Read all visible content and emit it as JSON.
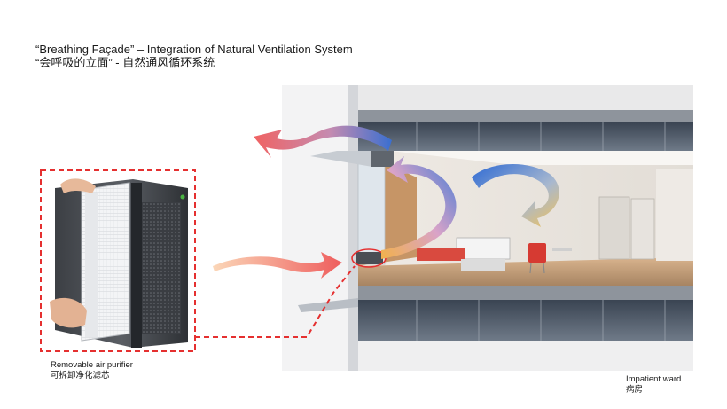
{
  "title": {
    "line_en": "“Breathing Façade” –  Integration of Natural Ventilation System",
    "line_zh": "“会呼吸的立面” - 自然通风循环系统"
  },
  "purifier": {
    "label_en": "Removable air purifier",
    "label_zh": "可拆卸净化滤芯"
  },
  "ward": {
    "label_en": "Impatient ward",
    "label_zh": "病房"
  },
  "colors": {
    "dashed_callout": "#e53030",
    "arrow_warm": "#ef6e6e",
    "arrow_cool": "#3a7bd5",
    "arrow_yellow": "#f2c14e"
  }
}
